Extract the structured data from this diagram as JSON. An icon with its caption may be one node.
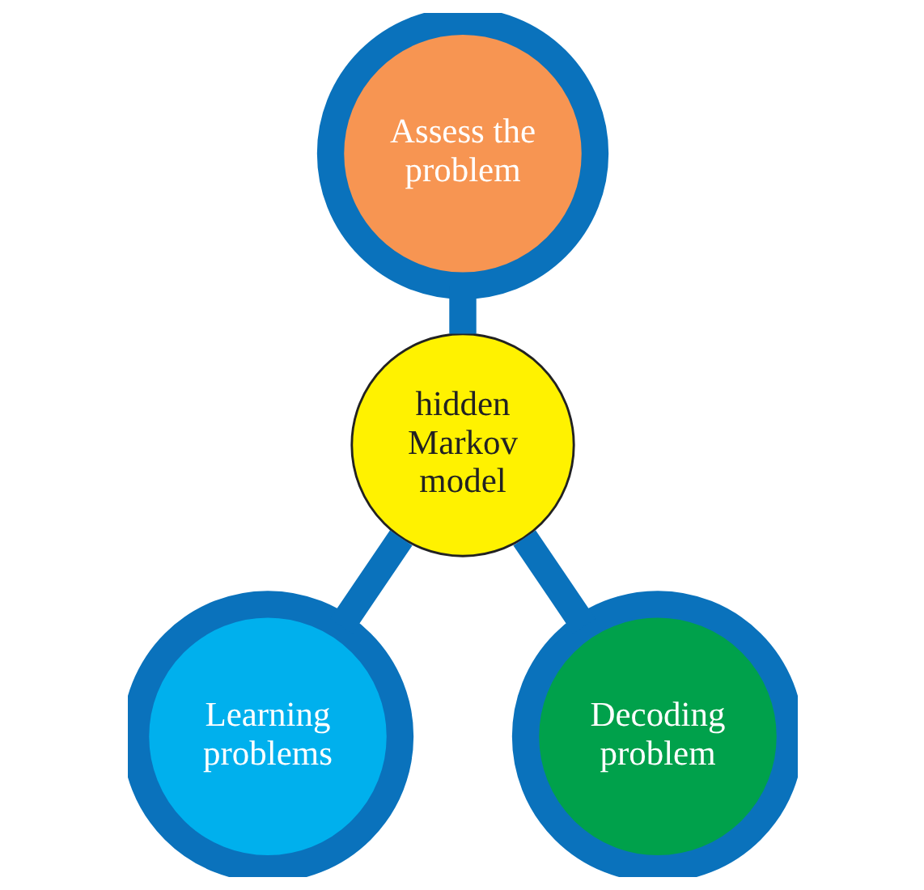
{
  "diagram": {
    "nodes": [
      {
        "text": [
          "hidden Markov model"
        ]
      },
      {
        "text": [
          "Assess the problem"
        ]
      },
      {
        "text": [
          "Learning problems"
        ]
      },
      {
        "text": [
          "Decoding problem"
        ]
      }
    ],
    "edges": [
      {
        "from": 0,
        "to": 1,
        "arrow": "none"
      },
      {
        "from": 0,
        "to": 2,
        "arrow": "none"
      },
      {
        "from": 0,
        "to": 3,
        "arrow": "none"
      }
    ]
  }
}
